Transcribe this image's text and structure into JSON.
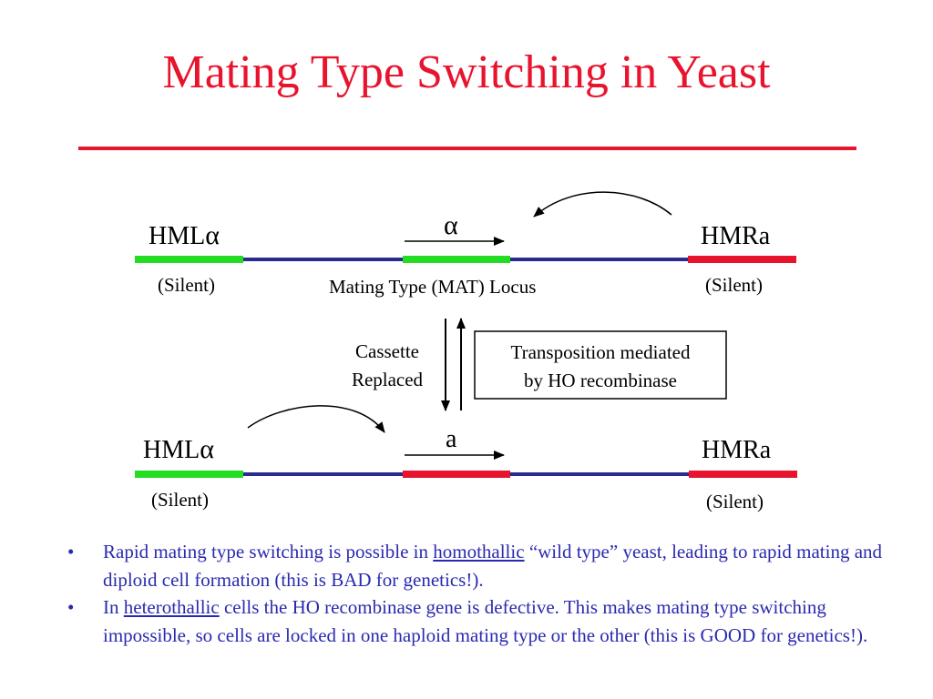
{
  "slide": {
    "title": "Mating Type Switching in Yeast",
    "title_color": "#e8142e"
  },
  "top_row": {
    "left_label": "HML",
    "left_symbol": "α",
    "left_state": "(Silent)",
    "locus_allele": "α",
    "locus_label": "Mating Type (MAT) Locus",
    "right_label": "HMRa",
    "right_state": "(Silent)"
  },
  "middle": {
    "cassette_line1": "Cassette",
    "cassette_line2": "Replaced",
    "box_line1": "Transposition mediated",
    "box_line2": "by HO recombinase"
  },
  "bottom_row": {
    "left_label": "HML",
    "left_symbol": "α",
    "left_state": "(Silent)",
    "locus_allele": "a",
    "right_label": "HMRa",
    "right_state": "(Silent)"
  },
  "colors": {
    "chromosome": "#2a2a90",
    "alpha_cassette": "#22dd22",
    "a_cassette": "#e8142e",
    "bullet_text": "#2a2ab0"
  },
  "notes": [
    {
      "before": "Rapid mating type switching is possible in ",
      "term": "homothallic",
      "after": " “wild type” yeast, leading to rapid mating and diploid cell formation (this is BAD for genetics!)."
    },
    {
      "before": "In ",
      "term": "heterothallic",
      "after": " cells the HO recombinase gene is defective. This makes mating type switching impossible, so cells are locked in one haploid mating type or the other (this is GOOD for genetics!)."
    }
  ]
}
